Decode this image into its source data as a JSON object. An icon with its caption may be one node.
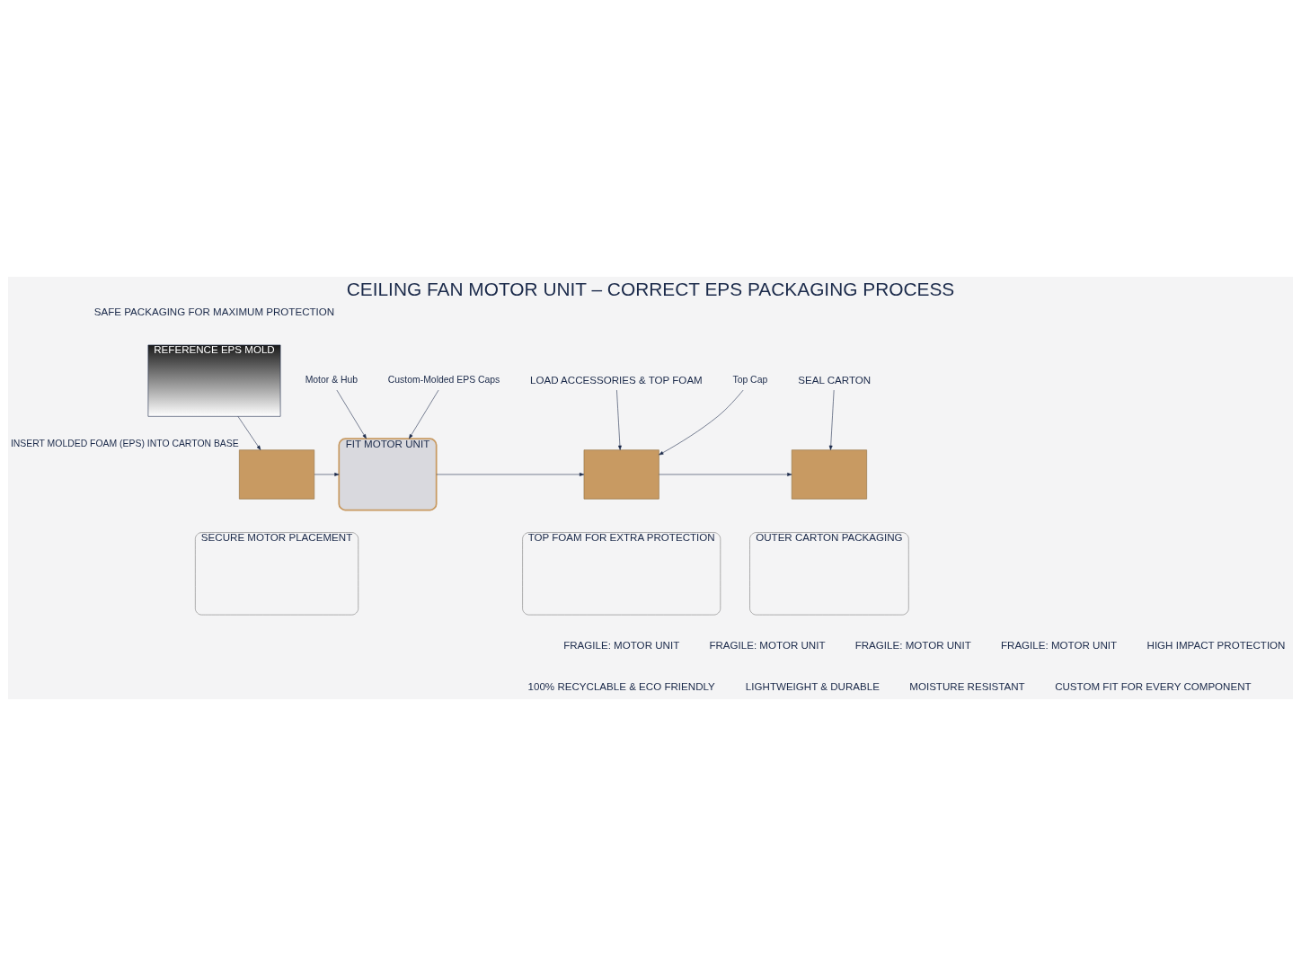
{
  "diagram": {
    "title": "CEILING FAN MOTOR UNIT – CORRECT EPS PACKAGING PROCESS",
    "nodes": [
      {
        "text": [
          "REFERENCE EPS MOLD"
        ]
      },
      {
        "text": [],
        "shape": "box",
        "beside": [
          "INSERT MOLDED FOAM (EPS) INTO CARTON BASE"
        ]
      },
      {
        "text": [
          "FIT MOTOR UNIT"
        ]
      },
      {
        "text": [
          "Motor & Hub"
        ]
      },
      {
        "text": [
          "Custom-Molded EPS Caps"
        ]
      },
      {
        "text": [
          "LOAD ACCESSORIES & TOP FOAM"
        ]
      },
      {
        "text": [],
        "shape": "box"
      },
      {
        "text": [
          "Top Cap"
        ]
      },
      {
        "text": [
          "SEAL CARTON"
        ]
      },
      {
        "text": [],
        "shape": "box"
      },
      {
        "text": [
          "SECURE MOTOR PLACEMENT"
        ]
      },
      {
        "text": [
          "TOP FOAM FOR EXTRA PROTECTION"
        ]
      },
      {
        "text": [
          "OUTER CARTON PACKAGING"
        ]
      }
    ],
    "edges": [
      {
        "from": 0,
        "to": 1,
        "arrow": "to"
      },
      {
        "from": 1,
        "to": 2,
        "arrow": "to"
      },
      {
        "from": 2,
        "to": 6,
        "arrow": "to"
      },
      {
        "from": 6,
        "to": 9,
        "arrow": "to"
      },
      {
        "from": 3,
        "to": 2,
        "arrow": "to"
      },
      {
        "from": 4,
        "to": 2,
        "arrow": "to"
      },
      {
        "from": 5,
        "to": 6,
        "arrow": "to"
      },
      {
        "from": 7,
        "to": 6,
        "arrow": "to"
      },
      {
        "from": 8,
        "to": 9,
        "arrow": "to"
      }
    ],
    "labels": [
      "SAFE PACKAGING FOR MAXIMUM PROTECTION",
      "FRAGILE: MOTOR UNIT",
      "FRAGILE: MOTOR UNIT",
      "FRAGILE: MOTOR UNIT",
      "FRAGILE: MOTOR UNIT",
      "HIGH IMPACT PROTECTION",
      "LIGHTWEIGHT & DURABLE",
      "MOISTURE RESISTANT",
      "100% RECYCLABLE & ECO FRIENDLY",
      "CUSTOM FIT FOR EVERY COMPONENT"
    ]
  }
}
